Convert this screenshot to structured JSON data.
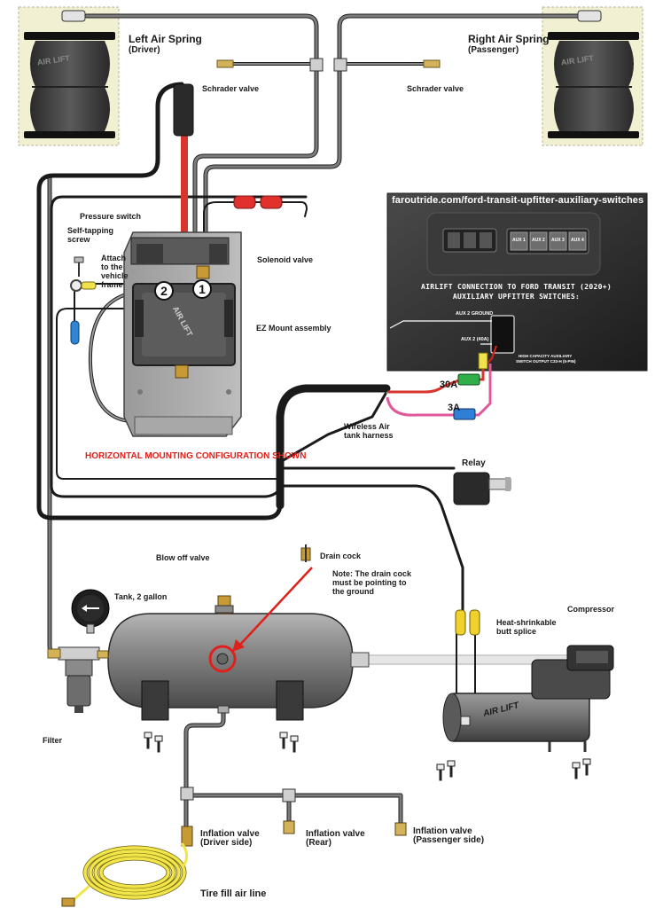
{
  "springs": {
    "left": {
      "title": "Left Air Spring",
      "subtitle": "(Driver)"
    },
    "right": {
      "title": "Right Air Spring",
      "subtitle": "(Passenger)"
    },
    "brand_text": "AIR LIFT"
  },
  "labels": {
    "schrader_left": "Schrader valve",
    "schrader_right": "Schrader valve",
    "pressure_switch": "Pressure switch",
    "self_tapping_1": "Self-tapping",
    "self_tapping_2": "screw",
    "attach_1": "Attach",
    "attach_2": "to the",
    "attach_3": "vehicle",
    "attach_4": "frame",
    "solenoid_valve": "Solenoid valve",
    "ez_mount": "EZ Mount assembly",
    "horizontal_note": "HORIZONTAL MOUNTING CONFIGURATION SHOWN",
    "wireless_1": "Wireless Air",
    "wireless_2": "tank harness",
    "relay": "Relay",
    "drain_cock": "Drain cock",
    "drain_note_1": "Note: The drain cock",
    "drain_note_2": "must be pointing to",
    "drain_note_3": "the ground",
    "blow_off": "Blow off valve",
    "tank": "Tank, 2 gallon",
    "heat_shrink_1": "Heat-shrinkable",
    "heat_shrink_2": "butt splice",
    "compressor": "Compressor",
    "filter": "Filter",
    "inflation_driver_1": "Inflation valve",
    "inflation_driver_2": "(Driver side)",
    "inflation_rear_1": "Inflation valve",
    "inflation_rear_2": "(Rear)",
    "inflation_pass_1": "Inflation valve",
    "inflation_pass_2": "(Passenger side)",
    "tire_fill": "Tire fill air line",
    "fuse_30a": "30A",
    "fuse_3a": "3A",
    "port_1": "1",
    "port_2": "2",
    "compressor_brand": "AIR LIFT",
    "manifold_brand": "AIR LIFT"
  },
  "inset": {
    "url": "faroutride.com/ford-transit-upfitter-auxiliary-switches",
    "title_1": "AIRLIFT CONNECTION TO FORD TRANSIT (2020+)",
    "title_2": "AUXILIARY UPFITTER SWITCHES:",
    "aux2_ground": "AUX 2 GROUND",
    "aux2_40a": "AUX 2 (40A)",
    "hc_1": "HIGH CAPACITY AUXILIARY",
    "hc_2": "SWITCH OUTPUT C33-H (5-PIN)",
    "switches": [
      "AUX 1",
      "AUX 2",
      "AUX 3",
      "AUX 4"
    ]
  },
  "colors": {
    "hose_grey": "#6f6f6f",
    "wire_black": "#1a1a1a",
    "wire_red": "#d9352f",
    "wire_pink": "#e0589a",
    "spring_bg": "#f2f0d2",
    "tank_grey": "#8a8a8a",
    "line_yellow": "#efe24a",
    "highlight_red": "#e0201b",
    "inset_bg": "#2c2c2c"
  }
}
